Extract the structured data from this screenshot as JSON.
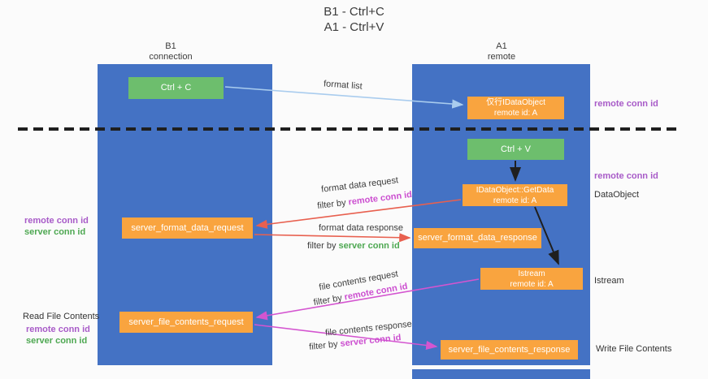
{
  "title": {
    "line1": "B1 - Ctrl+C",
    "line2": "A1 - Ctrl+V"
  },
  "columns": {
    "left": {
      "name": "B1",
      "subtitle": "connection"
    },
    "right": {
      "name": "A1",
      "subtitle": "remote"
    }
  },
  "boxes": {
    "ctrl_c": {
      "label": "Ctrl + C"
    },
    "ctrl_v": {
      "label": "Ctrl + V"
    },
    "proxy_dataobject": {
      "line1": "仅行IDataObject",
      "line2": "remote id: A"
    },
    "getdata": {
      "line1": "IDataObject::GetData",
      "line2": "remote id: A"
    },
    "istream": {
      "line1": "Istream",
      "line2": "remote id: A"
    },
    "format_request": {
      "label": "server_format_data_request"
    },
    "format_response": {
      "label": "server_format_data_response"
    },
    "file_request": {
      "label": "server_file_contents_request"
    },
    "file_response": {
      "label": "server_file_contents_response"
    }
  },
  "arrows": {
    "format_list": {
      "label": "format list"
    },
    "format_request": {
      "label": "format data request",
      "filter_prefix": "filter by ",
      "filter_key": "remote conn id"
    },
    "format_response": {
      "label": "format data response",
      "filter_prefix": "filter by ",
      "filter_key": "server conn id"
    },
    "file_request": {
      "label": "file contents request",
      "filter_prefix": "filter by ",
      "filter_key": "remote conn id"
    },
    "file_response": {
      "label": "file contents response",
      "filter_prefix": "filter by ",
      "filter_key": "server conn id"
    }
  },
  "side_labels": {
    "left_top": {
      "remote": "remote conn id",
      "server": "server conn id"
    },
    "read_file": "Read File Contents",
    "left_bottom": {
      "remote": "remote conn id",
      "server": "server conn id"
    },
    "right_top_remote": "remote conn id",
    "right_mid_remote": "remote conn id",
    "dataobject": "DataObject",
    "istream": "Istream",
    "write_file": "Write File Contents"
  },
  "colors": {
    "column_blue": "#4472C4",
    "box_orange": "#F9A43F",
    "box_green": "#6DBE6D",
    "arrow_red": "#E8604F",
    "arrow_magenta": "#D455D0",
    "arrow_lightblue": "#A9CCEE",
    "arrow_black": "#1F1F1F",
    "text_purple": "#A85BC8",
    "text_pink": "#CC4FD0",
    "text_green": "#4EA852"
  }
}
